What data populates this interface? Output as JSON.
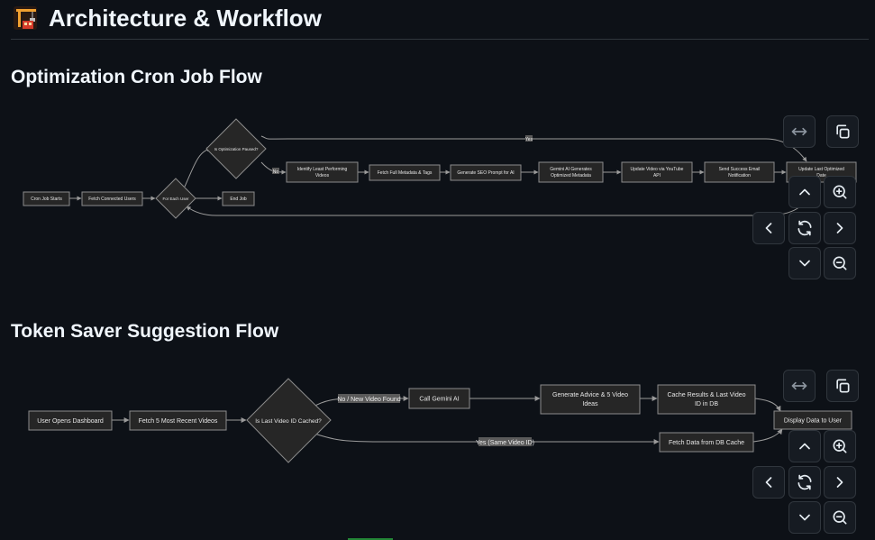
{
  "page": {
    "title": "Architecture & Workflow",
    "title_icon": "construction-crane-icon"
  },
  "cron_flow": {
    "title": "Optimization Cron Job Flow",
    "nodes": {
      "start": "Cron Job Starts",
      "fetch_users": "Fetch Connected Users",
      "for_each": "For Each User",
      "paused": "Is Optimization Paused?",
      "end": "End Job",
      "least": [
        "Identify Least Performing",
        "Videos"
      ],
      "fetch_meta": "Fetch Full Metadata & Tags",
      "prompt": "Generate SEO Prompt for AI",
      "gemini": [
        "Gemini AI Generates",
        "Optimized Metadata"
      ],
      "update_video": [
        "Update Video via YouTube",
        "API"
      ],
      "email": [
        "Send Success Email",
        "Notification"
      ],
      "update_date": [
        "Update Last Optimized",
        "Date"
      ]
    },
    "edges": {
      "yes": "Yes",
      "no": "No"
    }
  },
  "token_flow": {
    "title": "Token Saver Suggestion Flow",
    "nodes": {
      "open": "User Opens Dashboard",
      "fetch5": "Fetch 5 Most Recent Videos",
      "cached": "Is Last Video ID Cached?",
      "call": "Call Gemini AI",
      "advice": [
        "Generate Advice & 5 Video",
        "Ideas"
      ],
      "cache": [
        "Cache Results & Last Video",
        "ID in DB"
      ],
      "display": "Display Data to User",
      "fetch_db": "Fetch Data from DB Cache"
    },
    "edges": {
      "no_new": "No / New Video Found",
      "yes_same": "Yes (Same Video ID)"
    }
  },
  "controls": [
    "expand-horizontal-icon",
    "copy-icon",
    "pan-up-icon",
    "zoom-in-icon",
    "pan-left-icon",
    "reset-view-icon",
    "pan-right-icon",
    "pan-down-icon",
    "zoom-out-icon"
  ],
  "colors": {
    "background": "#0d1117",
    "node_fill": "#262626",
    "node_stroke": "#8c8c8c",
    "edge": "#9a9a9a"
  }
}
